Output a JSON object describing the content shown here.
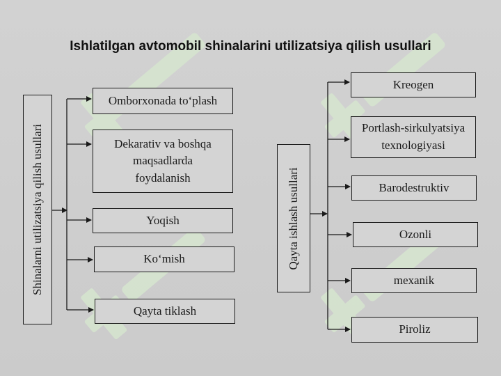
{
  "title": "Ishlatilgan avtomobil shinalarini utilizatsiya qilish usullari",
  "left_group": {
    "label": "Shinalarni utilizatsiya qilish usullari",
    "items": [
      "Omborxonada to‘plash",
      "Dekarativ va boshqa maqsadlarda foydalanish",
      "Yoqish",
      "Ko‘mish",
      "Qayta tiklash"
    ]
  },
  "right_group": {
    "label": "Qayta ishlash usullari",
    "items": [
      "Kreogen",
      "Portlash-sirkulyatsiya texnologiyasi",
      "Barodestruktiv",
      "Ozonli",
      "mexanik",
      "Piroliz"
    ]
  },
  "colors": {
    "background": "#cfcfcf",
    "watermark": "#cfe6c8",
    "stroke": "#1a1a1a"
  }
}
